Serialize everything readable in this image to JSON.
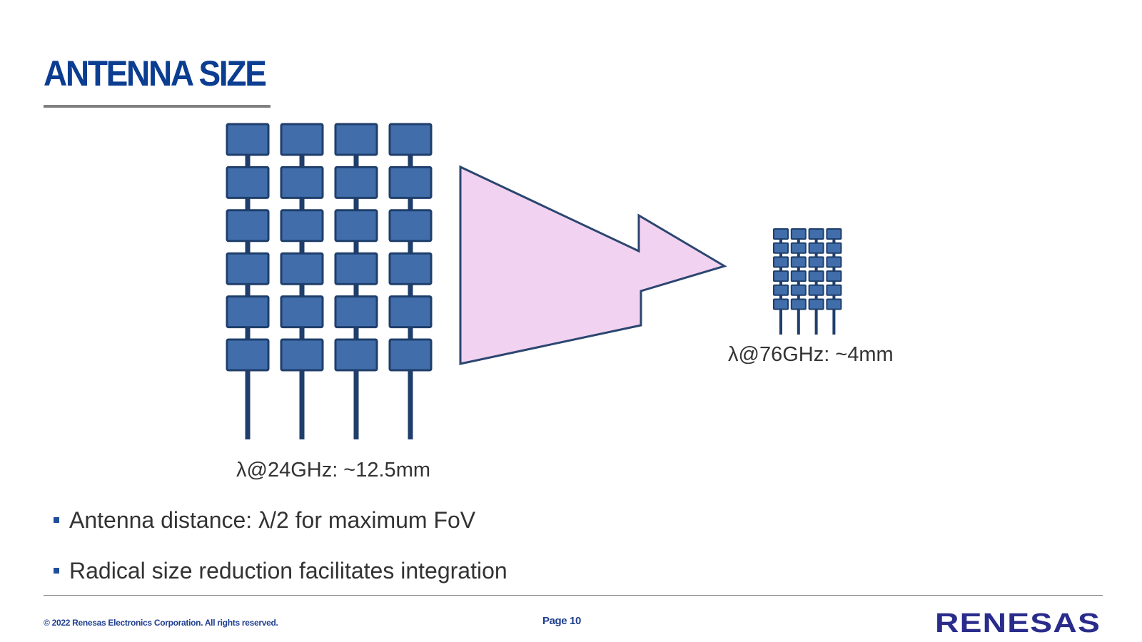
{
  "title": "ANTENNA SIZE",
  "diagram": {
    "label_24ghz": "λ@24GHz: ~12.5mm",
    "label_76ghz": "λ@76GHz: ~4mm",
    "colors": {
      "patch_fill": "#416eab",
      "patch_stroke": "#1f3e6b",
      "arrow_fill": "#f2d2f1",
      "arrow_stroke": "#2b4670"
    }
  },
  "bullets": [
    {
      "text": "Antenna distance: λ/2 for maximum FoV"
    },
    {
      "text": "Radical size reduction facilitates integration"
    }
  ],
  "footer": {
    "copyright": "© 2022 Renesas Electronics Corporation. All rights reserved.",
    "page": "Page 10",
    "logo": "RENESAS"
  },
  "colors": {
    "title": "#0b3d91",
    "footer_text": "#1f3f8f",
    "bullet_marker": "#1f4e9c"
  }
}
